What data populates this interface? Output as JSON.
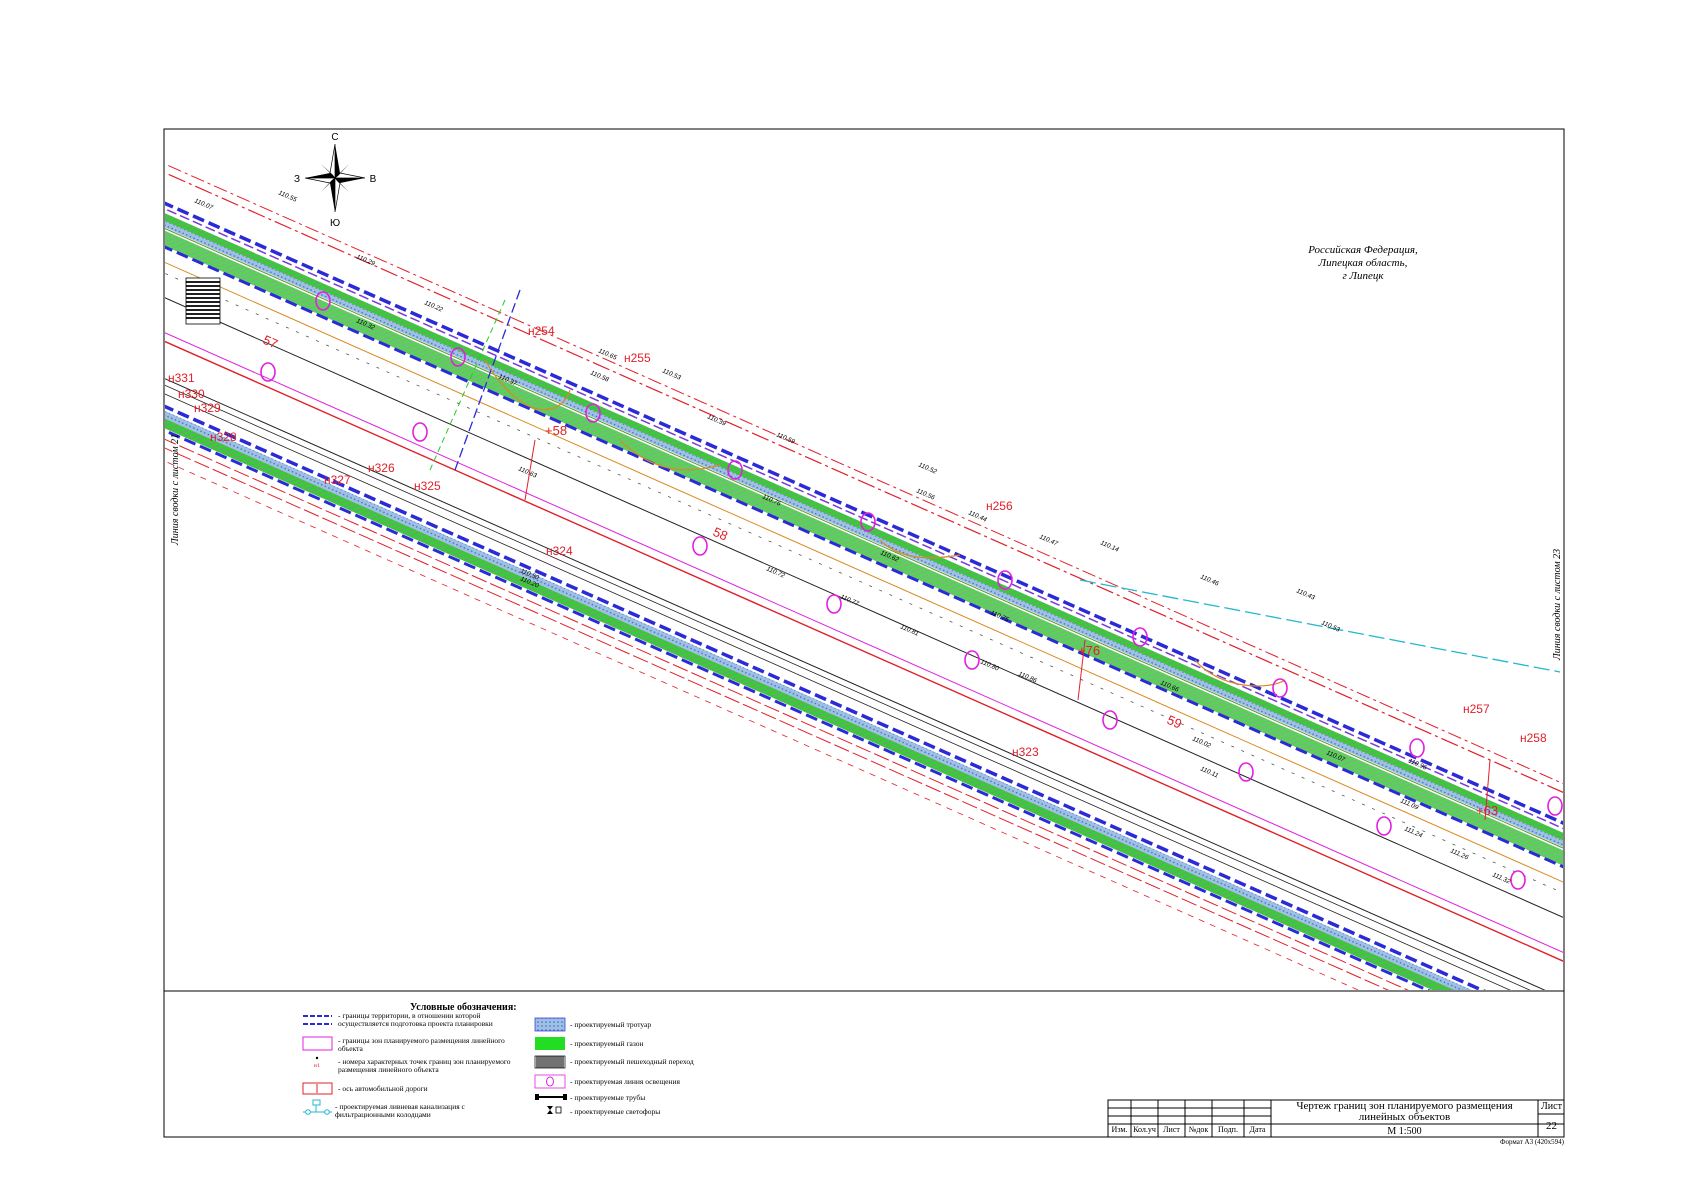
{
  "compass": {
    "north": "С",
    "south": "Ю",
    "west": "З",
    "east": "В",
    "icon": "compass-rose-icon"
  },
  "region_note": [
    "Российская Федерация,",
    "Липецкая область,",
    "г Липецк"
  ],
  "side_notes": {
    "left": "Линия сводки с листом 21",
    "right": "Линия сводки с листом 23"
  },
  "pickets": [
    "57",
    "58",
    "59"
  ],
  "picket_plus": [
    "+58",
    "+76",
    "+63"
  ],
  "boundary_points": [
    "н254",
    "н255",
    "н256",
    "н257",
    "н258",
    "н331",
    "н330",
    "н329",
    "н328",
    "н327",
    "н326",
    "н325",
    "н324",
    "н323"
  ],
  "elevations": [
    "110.55",
    "110.07",
    "110.29",
    "110.22",
    "110.32",
    "110.65",
    "110.58",
    "110.53",
    "110.39",
    "110.59",
    "110.52",
    "110.56",
    "110.44",
    "110.47",
    "110.14",
    "110.46",
    "110.43",
    "110.53",
    "110.62",
    "110.37",
    "110.63",
    "110.76",
    "110.72",
    "110.77",
    "110.81",
    "110.80",
    "110.86",
    "110.75",
    "110.66",
    "110.02",
    "110.11",
    "110.07",
    "111.09",
    "111.24",
    "111.26",
    "111.32",
    "110.96",
    "110.50",
    "110.20"
  ],
  "legend": {
    "title": "Условные обозначения:",
    "items_left": [
      {
        "icon": "territory-boundary-icon",
        "text": "- границы территории, в отношении которой осуществляется подготовка проекта планировки"
      },
      {
        "icon": "zone-boundary-icon",
        "text": "- границы зон планируемого размещения линейного объекта"
      },
      {
        "icon": "point-number-icon",
        "text": "- номера характерных точек границ зон планируемого размещения линейного объекта"
      },
      {
        "icon": "road-axis-icon",
        "text": "- ось автомобильной дороги"
      },
      {
        "icon": "drainage-icon",
        "text": "- проектируемая ливневая канализация с фильтрационными колодцами"
      }
    ],
    "items_right": [
      {
        "icon": "sidewalk-icon",
        "text": "- проектируемый тротуар"
      },
      {
        "icon": "lawn-icon",
        "text": "- проектируемый газон"
      },
      {
        "icon": "crossing-icon",
        "text": "- проектируемый пешеходный переход"
      },
      {
        "icon": "lighting-icon",
        "text": "- проектируемая линия освещения"
      },
      {
        "icon": "pipe-icon",
        "text": "- проектируемые трубы"
      },
      {
        "icon": "traffic-light-icon",
        "text": "- проектируемые светофоры"
      }
    ]
  },
  "title_block": {
    "title": "Чертеж границ зон планируемого размещения линейных объектов",
    "scale": "М 1:500",
    "sheet_label": "Лист",
    "sheet_number": "22",
    "columns": [
      "Изм.",
      "Кол.уч",
      "Лист",
      "№док",
      "Подп.",
      "Дата"
    ],
    "format": "Формат А3 (420х594)"
  },
  "colors": {
    "boundary_blue": "#2a2ad6",
    "zone_magenta": "#e020e0",
    "point_red": "#e0202a",
    "lawn_green": "#22cc22",
    "sidewalk_blue": "#6aa0d8",
    "drainage_cyan": "#22b8d0",
    "underground_orange": "#d98a20"
  }
}
